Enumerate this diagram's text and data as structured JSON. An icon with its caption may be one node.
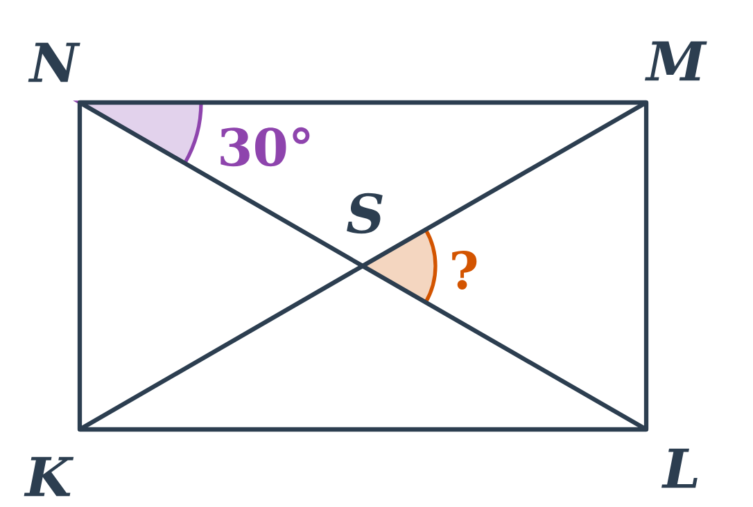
{
  "diagram": {
    "nodes": [
      {
        "text": [
          "N"
        ]
      },
      {
        "text": [
          "M"
        ]
      },
      {
        "text": [
          "L"
        ]
      },
      {
        "text": [
          "K"
        ]
      },
      {
        "text": [
          "S"
        ]
      }
    ],
    "edges": [
      {
        "from": 0,
        "to": 1,
        "arrow": "none"
      },
      {
        "from": 1,
        "to": 2,
        "arrow": "none"
      },
      {
        "from": 2,
        "to": 3,
        "arrow": "none"
      },
      {
        "from": 3,
        "to": 0,
        "arrow": "none"
      },
      {
        "from": 0,
        "to": 4,
        "arrow": "none"
      },
      {
        "from": 4,
        "to": 2,
        "arrow": "none"
      },
      {
        "from": 3,
        "to": 4,
        "arrow": "none"
      },
      {
        "from": 4,
        "to": 1,
        "arrow": "none"
      }
    ],
    "labels": [
      "30°",
      "?"
    ]
  }
}
